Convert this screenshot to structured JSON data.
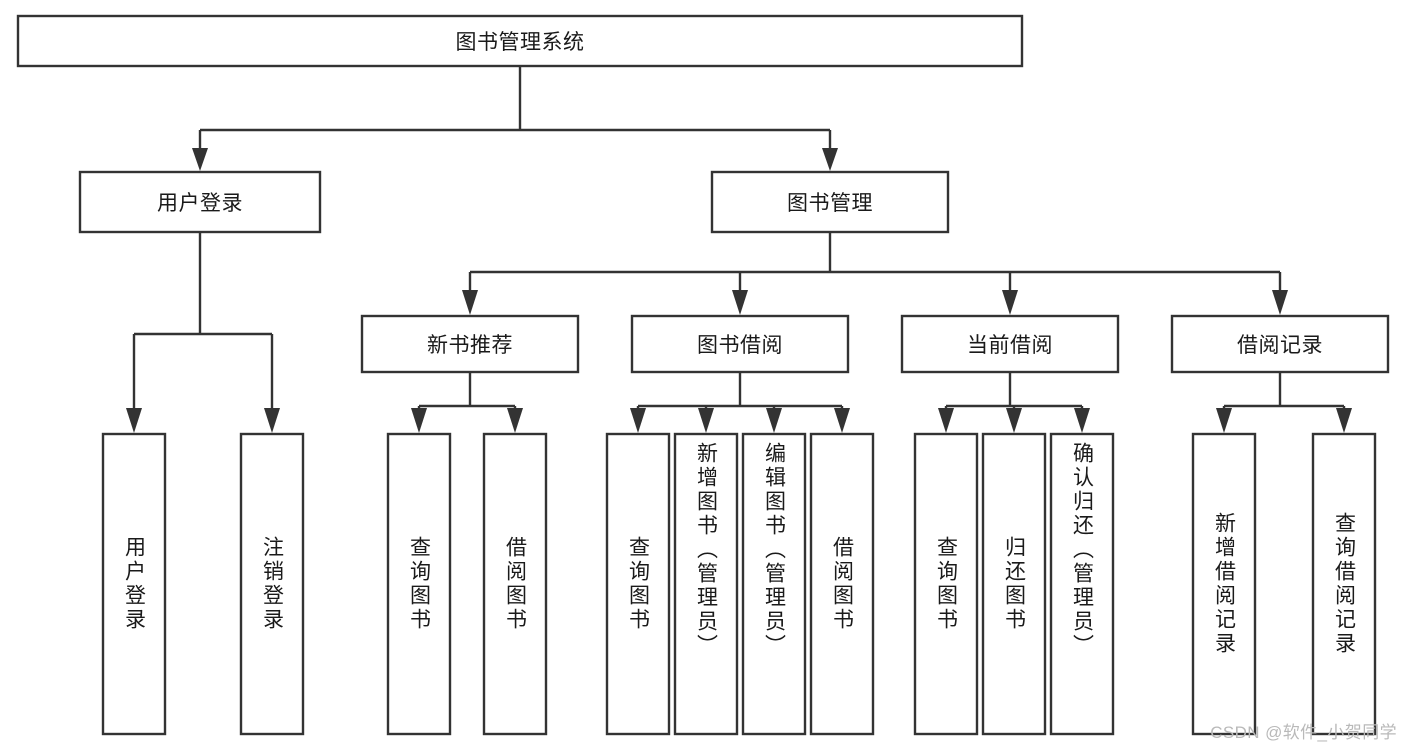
{
  "diagram": {
    "type": "tree-hierarchy",
    "title": "图书管理系统",
    "root": {
      "id": "root",
      "label": "图书管理系统",
      "orientation": "horizontal"
    },
    "level2": [
      {
        "id": "user-login",
        "label": "用户登录",
        "orientation": "horizontal"
      },
      {
        "id": "book-management",
        "label": "图书管理",
        "orientation": "horizontal"
      }
    ],
    "level3": [
      {
        "id": "new-book-recommend",
        "label": "新书推荐",
        "parent": "book-management",
        "orientation": "horizontal"
      },
      {
        "id": "book-borrow",
        "label": "图书借阅",
        "parent": "book-management",
        "orientation": "horizontal"
      },
      {
        "id": "current-borrow",
        "label": "当前借阅",
        "parent": "book-management",
        "orientation": "horizontal"
      },
      {
        "id": "borrow-record",
        "label": "借阅记录",
        "parent": "book-management",
        "orientation": "horizontal"
      }
    ],
    "leaves": [
      {
        "id": "leaf-user-login",
        "label": "用户登录",
        "parent": "user-login",
        "orientation": "vertical"
      },
      {
        "id": "leaf-user-logout",
        "label": "注销登录",
        "parent": "user-login",
        "orientation": "vertical"
      },
      {
        "id": "leaf-query-book-1",
        "label": "查询图书",
        "parent": "new-book-recommend",
        "orientation": "vertical"
      },
      {
        "id": "leaf-borrow-book-1",
        "label": "借阅图书",
        "parent": "new-book-recommend",
        "orientation": "vertical"
      },
      {
        "id": "leaf-query-book-2",
        "label": "查询图书",
        "parent": "book-borrow",
        "orientation": "vertical"
      },
      {
        "id": "leaf-add-book",
        "label": "新增图书（管理员）",
        "parent": "book-borrow",
        "orientation": "vertical"
      },
      {
        "id": "leaf-edit-book",
        "label": "编辑图书（管理员）",
        "parent": "book-borrow",
        "orientation": "vertical"
      },
      {
        "id": "leaf-borrow-book-2",
        "label": "借阅图书",
        "parent": "book-borrow",
        "orientation": "vertical"
      },
      {
        "id": "leaf-query-book-3",
        "label": "查询图书",
        "parent": "current-borrow",
        "orientation": "vertical"
      },
      {
        "id": "leaf-return-book",
        "label": "归还图书",
        "parent": "current-borrow",
        "orientation": "vertical"
      },
      {
        "id": "leaf-confirm-return",
        "label": "确认归还（管理员）",
        "parent": "current-borrow",
        "orientation": "vertical"
      },
      {
        "id": "leaf-add-record",
        "label": "新增借阅记录",
        "parent": "borrow-record",
        "orientation": "vertical"
      },
      {
        "id": "leaf-query-record",
        "label": "查询借阅记录",
        "parent": "borrow-record",
        "orientation": "vertical"
      }
    ],
    "colors": {
      "stroke": "#333333",
      "fill": "#ffffff",
      "text": "#1a1a1a",
      "watermark": "#b9b9b9"
    }
  },
  "watermark": {
    "text": "CSDN @软件_小贺同学"
  }
}
